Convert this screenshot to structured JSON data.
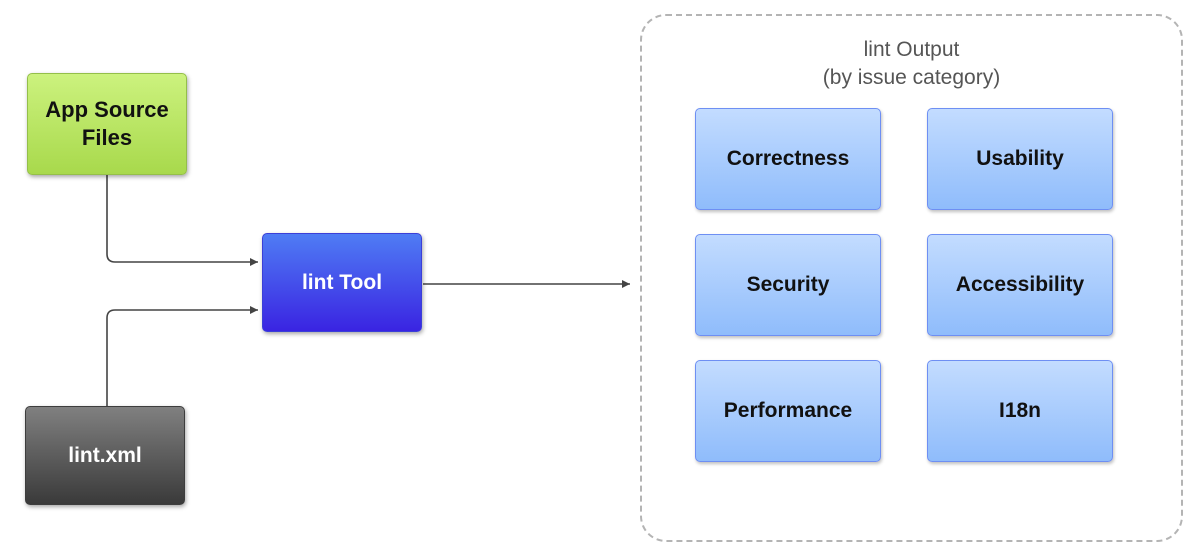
{
  "nodes": {
    "source": {
      "label": "App Source\nFiles"
    },
    "tool": {
      "label": "lint Tool"
    },
    "config": {
      "label": "lint.xml"
    }
  },
  "output": {
    "title": "lint Output\n(by issue category)",
    "categories": [
      "Correctness",
      "Usability",
      "Security",
      "Accessibility",
      "Performance",
      "I18n"
    ]
  },
  "colors": {
    "source_fill": "#b8e360",
    "tool_fill": "#4336e8",
    "config_fill": "#555555",
    "category_fill": "#a9cbfd",
    "category_border": "#6e8ff3",
    "panel_border": "#b4b4b4",
    "connector": "#444444"
  }
}
